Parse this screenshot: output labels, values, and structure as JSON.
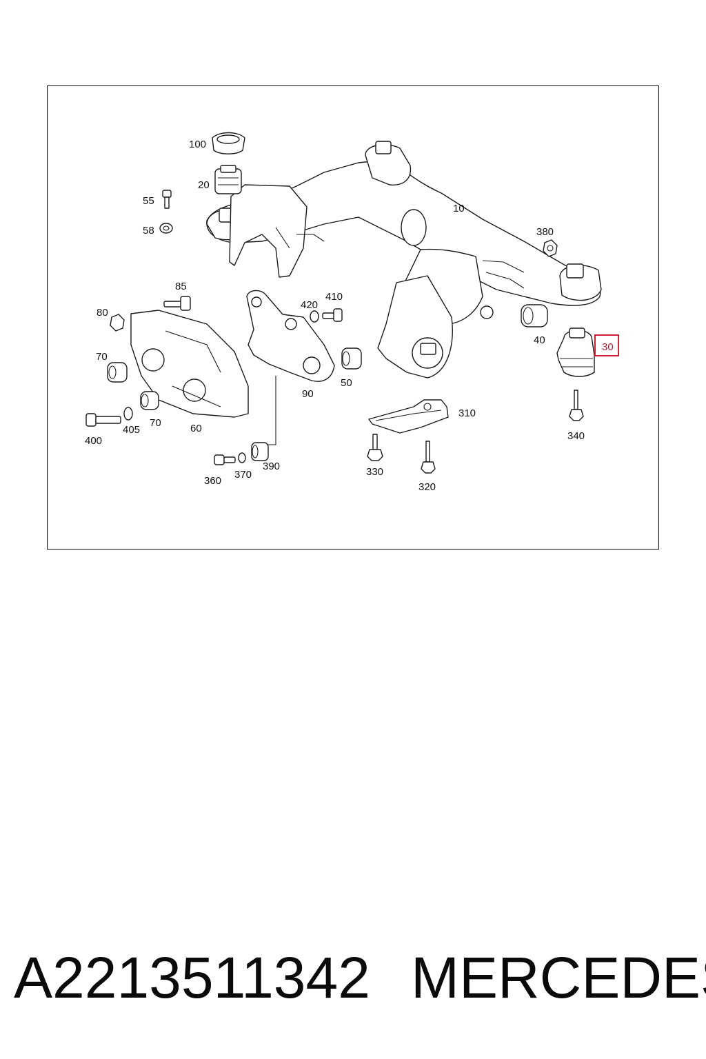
{
  "callouts": {
    "c100": "100",
    "c20": "20",
    "c55": "55",
    "c58": "58",
    "c10": "10",
    "c380": "380",
    "c85": "85",
    "c80": "80",
    "c420": "420",
    "c410": "410",
    "c70a": "70",
    "c70b": "70",
    "c40": "40",
    "c30": "30",
    "c50": "50",
    "c90": "90",
    "c400": "400",
    "c405": "405",
    "c60": "60",
    "c310": "310",
    "c340": "340",
    "c390": "390",
    "c360": "360",
    "c370": "370",
    "c330": "330",
    "c320": "320"
  },
  "highlight_color": "#cc2233",
  "footer": {
    "part_number": "A2213511342",
    "brand": "MERCEDES"
  }
}
